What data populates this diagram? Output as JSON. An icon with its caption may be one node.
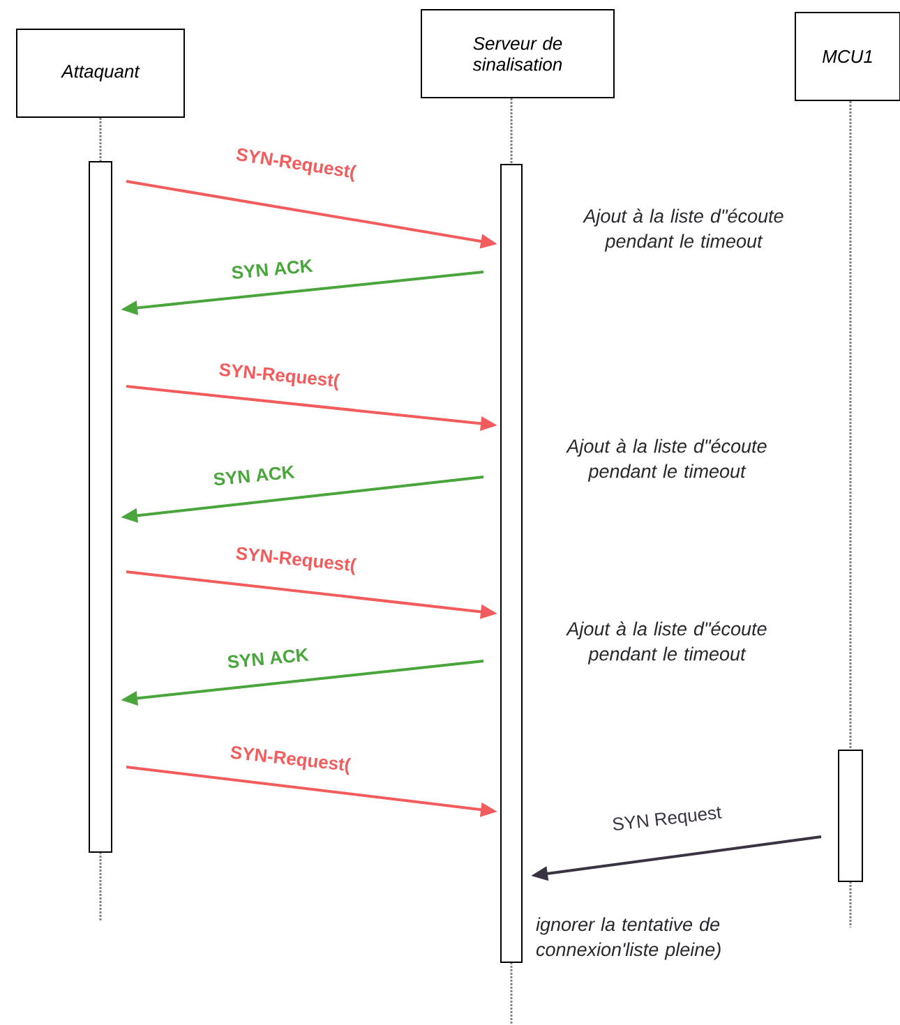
{
  "diagram": {
    "nodes": [
      {
        "text": [
          "Attaquant"
        ]
      },
      {
        "text": [
          "Serveur de sinalisation"
        ]
      },
      {
        "text": [
          "MCU1"
        ]
      },
      {
        "text": [],
        "shape": "bar"
      },
      {
        "text": [],
        "shape": "bar"
      },
      {
        "text": [],
        "shape": "bar"
      }
    ],
    "edges": [
      {
        "from": 0,
        "to": 3,
        "arrow": "none",
        "style": "dashed",
        "color": "#808080"
      },
      {
        "from": 1,
        "to": 4,
        "arrow": "none",
        "style": "dashed",
        "color": "#808080"
      },
      {
        "from": 2,
        "to": 5,
        "arrow": "none",
        "style": "dashed",
        "color": "#808080"
      },
      {
        "from": 3,
        "to": 4,
        "arrow": "to",
        "label": "SYN-Request(",
        "color": "#f25c5c"
      },
      {
        "from": 4,
        "to": 3,
        "arrow": "to",
        "label": "SYN ACK",
        "color": "#4aa63c"
      },
      {
        "from": 3,
        "to": 4,
        "arrow": "to",
        "label": "SYN-Request(",
        "color": "#f25c5c"
      },
      {
        "from": 4,
        "to": 3,
        "arrow": "to",
        "label": "SYN ACK",
        "color": "#4aa63c"
      },
      {
        "from": 3,
        "to": 4,
        "arrow": "to",
        "label": "SYN-Request(",
        "color": "#f25c5c"
      },
      {
        "from": 4,
        "to": 3,
        "arrow": "to",
        "label": "SYN ACK",
        "color": "#4aa63c"
      },
      {
        "from": 3,
        "to": 4,
        "arrow": "to",
        "label": "SYN-Request(",
        "color": "#f25c5c"
      },
      {
        "from": 5,
        "to": 4,
        "arrow": "to",
        "label": "SYN  Request",
        "color": "#3a3442"
      }
    ],
    "labels": [
      "Ajout à la liste d\"écoute pendant le timeout",
      "Ajout à la liste d\"écoute pendant le timeout",
      "Ajout à la liste d\"écoute pendant le timeout",
      "ignorer la tentative de connexion'liste pleine)"
    ]
  }
}
